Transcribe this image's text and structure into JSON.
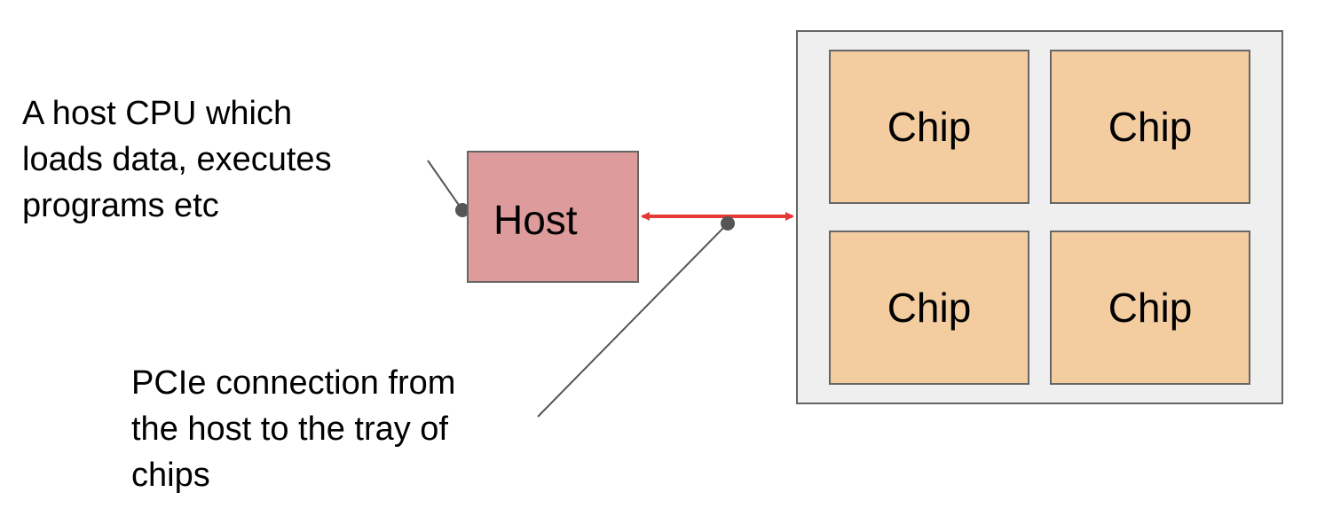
{
  "annotations": {
    "host": "A host CPU which\nloads data, executes\nprograms etc",
    "pcie": "PCIe connection from\nthe host to the tray of\nchips"
  },
  "host": {
    "label": "Host",
    "fill": "#dd9b9b"
  },
  "tray": {
    "fill": "#efefef",
    "chips": [
      {
        "label": "Chip"
      },
      {
        "label": "Chip"
      },
      {
        "label": "Chip"
      },
      {
        "label": "Chip"
      }
    ],
    "chip_fill": "#f3cca0"
  },
  "connection": {
    "color": "#e53935",
    "style": "double-arrow"
  },
  "leader_line_color": "#555555"
}
